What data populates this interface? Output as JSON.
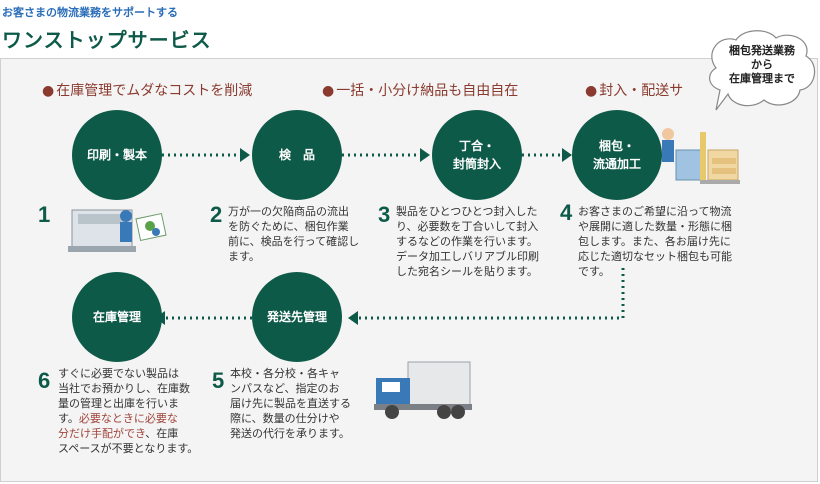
{
  "header": {
    "subtitle": "お客さまの物流業務をサポートする",
    "title": "ワンストップサービス"
  },
  "features": [
    "在庫管理でムダなコストを削減",
    "一括・小分け納品も自由自在",
    "封入・配送サ"
  ],
  "bubble": {
    "line1": "梱包発送業務",
    "line2": "から",
    "line3": "在庫管理まで"
  },
  "steps": [
    {
      "num": "1",
      "label1": "印刷・製本",
      "label2": "",
      "desc": []
    },
    {
      "num": "2",
      "label1": "検　品",
      "label2": "",
      "desc": [
        "万が一の欠陥商品の流出",
        "を防ぐために、梱包作業",
        "前に、検品を行って確認し",
        "ます。"
      ]
    },
    {
      "num": "3",
      "label1": "丁合・",
      "label2": "封筒封入",
      "desc": [
        "製品をひとつひとつ封入した",
        "り、必要数を丁合いして封入",
        "するなどの作業を行います。",
        "データ加工しバリアブル印刷",
        "した宛名シールを貼ります。"
      ]
    },
    {
      "num": "4",
      "label1": "梱包・",
      "label2": "流通加工",
      "desc": [
        "お客さまのご希望に沿って物流",
        "や展開に適した数量・形態に梱",
        "包します。また、各お届け先に",
        "応じた適切なセット梱包も可能",
        "です。"
      ]
    },
    {
      "num": "5",
      "label1": "発送先管理",
      "label2": "",
      "desc": [
        "本校・各分校・各キャ",
        "ンパスなど、指定のお",
        "届け先に製品を直送する",
        "際に、数量の仕分けや",
        "発送の代行を承ります。"
      ]
    },
    {
      "num": "6",
      "label1": "在庫管理",
      "label2": "",
      "desc_normal": [
        "すぐに必要でない製品は",
        "当社でお預かりし、在庫数",
        "量の管理と出庫を行いま",
        "す。"
      ],
      "desc_hl1": "必要なときに必要な",
      "desc_hl2": "分だけ手配ができ",
      "desc_tail1": "、在庫",
      "desc_tail2": "スペースが不要となります。"
    }
  ],
  "icons": {
    "printer": "printing-machine-icon",
    "forklift": "warehouse-worker-icon",
    "truck": "delivery-truck-icon"
  },
  "colors": {
    "primary": "#0e5a49",
    "accent_text": "#8a3a2e",
    "subtitle_blue": "#2a6db8"
  }
}
